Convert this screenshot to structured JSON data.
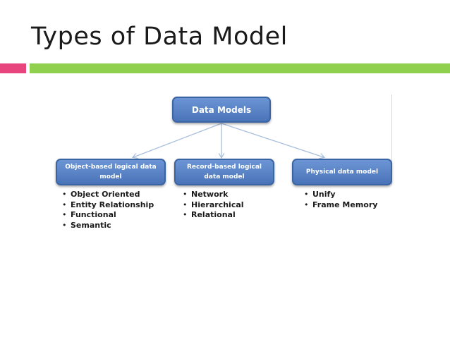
{
  "slide": {
    "title": "Types of Data Model"
  },
  "diagram": {
    "root": "Data Models",
    "children": [
      {
        "label": "Object-based logical data model",
        "items": [
          "Object Oriented",
          "Entity Relationship",
          "Functional",
          "Semantic"
        ]
      },
      {
        "label": "Record-based logical data model",
        "items": [
          "Network",
          "Hierarchical",
          "Relational"
        ]
      },
      {
        "label": "Physical data model",
        "items": [
          "Unify",
          "Frame Memory"
        ]
      }
    ]
  },
  "colors": {
    "accent_pink": "#e8457f",
    "accent_green": "#8fd14f",
    "box_fill": "#5a84c6",
    "box_border": "#3a64a4",
    "connector": "#a8bfdc"
  }
}
